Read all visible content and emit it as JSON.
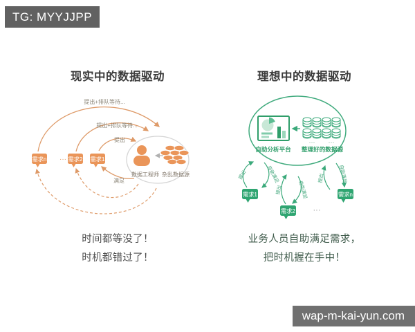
{
  "badge": {
    "text": "TG: MYYJJPP"
  },
  "watermark": {
    "text": "wap-m-kai-yun.com"
  },
  "left": {
    "title": "现实中的数据驱动",
    "arc_labels": {
      "arc_outer": "提出+排队等待...",
      "arc_middle": "提出+排队等待...",
      "arc_inner": "提出",
      "return_label": "满足"
    },
    "bubbles": {
      "n": "需求n",
      "b2": "需求2",
      "b1": "需求1",
      "dots": "···"
    },
    "center": {
      "person": "数据工程师",
      "pile": "杂乱数据源"
    },
    "caption_line1": "时间都等没了！",
    "caption_line2": "时机都错过了！"
  },
  "right": {
    "title": "理想中的数据驱动",
    "platform_label": "自助分析平台",
    "datasource_label": "整理好的数据源",
    "db_dots": "···",
    "bubbles": {
      "b1": "需求1",
      "b2": "需求2",
      "n": "需求n",
      "dots": "···"
    },
    "arrow_labels": {
      "up": "提出",
      "down": "自助满足"
    },
    "caption_line1": "业务人员自助满足需求，",
    "caption_line2": "把时机握在手中！"
  },
  "colors": {
    "orange": "#ea9559",
    "green": "#2fa571",
    "badge_bg": "#616161"
  }
}
